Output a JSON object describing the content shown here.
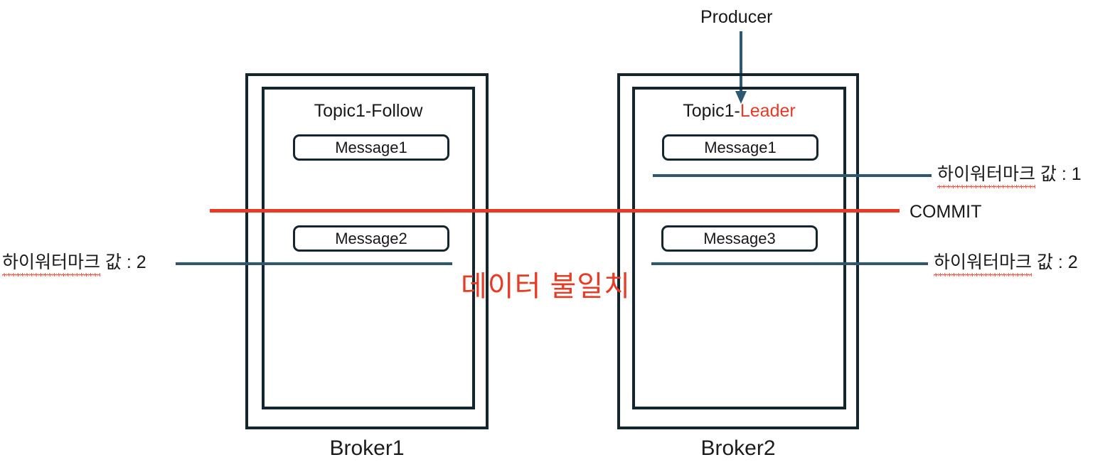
{
  "diagram": {
    "title": "Kafka High Watermark / Data Inconsistency",
    "colors": {
      "stroke": "#13262f",
      "accent_red": "#ea3a23",
      "connector_blue": "#2d5871",
      "text": "#17181a",
      "background": "#ffffff"
    }
  },
  "producer": {
    "label": "Producer",
    "arrow_icon": "arrow-down-icon"
  },
  "brokers": [
    {
      "id": "broker1",
      "label": "Broker1",
      "topic": {
        "prefix": "Topic1-",
        "role": "Follow",
        "role_is_accent": false,
        "full": "Topic1-Follow"
      },
      "messages": [
        {
          "label": "Message1"
        },
        {
          "label": "Message2"
        }
      ],
      "high_watermarks": [
        {
          "term": "하이워터마크",
          "suffix": " 값 : 2",
          "value": "2",
          "full": "하이워터마크 값 : 2",
          "side": "left",
          "misspelled": true
        }
      ]
    },
    {
      "id": "broker2",
      "label": "Broker2",
      "topic": {
        "prefix": "Topic1-",
        "role": "Leader",
        "role_is_accent": true,
        "full": "Topic1-Leader"
      },
      "messages": [
        {
          "label": "Message1"
        },
        {
          "label": "Message3"
        }
      ],
      "high_watermarks": [
        {
          "term": "하이워터마크",
          "suffix": " 값 : 1",
          "value": "1",
          "full": "하이워터마크 값 : 1",
          "side": "right",
          "misspelled": true
        },
        {
          "term": "하이워터마크",
          "suffix": " 값 : 2",
          "value": "2",
          "full": "하이워터마크 값 : 2",
          "side": "right",
          "misspelled": true
        }
      ]
    }
  ],
  "commit": {
    "label": "COMMIT"
  },
  "warning": {
    "label": "데이터 불일치"
  }
}
